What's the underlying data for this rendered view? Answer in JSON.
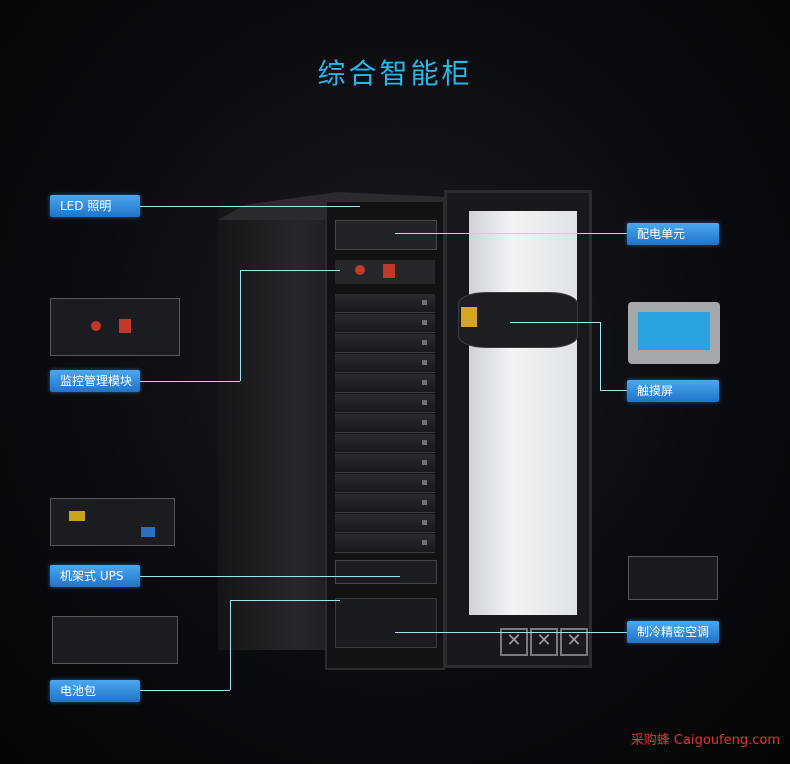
{
  "title": "综合智能柜",
  "labels": {
    "led": "LED 照明",
    "monitor": "监控管理模块",
    "ups": "机架式 UPS",
    "battery": "电池包",
    "power": "配电单元",
    "touch": "触摸屏",
    "aircon": "制冷精密空调"
  },
  "watermark": "采购蜂 Caigoufeng.com",
  "colors": {
    "title": "#29b6e8",
    "label_bg": "#2f8be0",
    "line": "#9fe3ee",
    "watermark": "#e8342c"
  }
}
